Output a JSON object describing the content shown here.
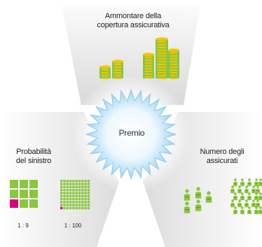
{
  "labels": {
    "top_line1": "Ammontare della",
    "top_line2": "copertura assicurativa",
    "left_line1": "Probabilità",
    "left_line2": "del sinistro",
    "right_line1": "Numero degli",
    "right_line2": "assicurati",
    "center": "Premio"
  },
  "ratios": {
    "small_grid": "1 : 9",
    "large_grid": "1 : 100"
  },
  "colors": {
    "green": "#8cc63f",
    "magenta": "#d6007a",
    "coin_gold": "#f2c500",
    "center_blue": "#b9dff5",
    "panel_grey": "#e4e4e4"
  },
  "icons": {
    "coins": "coin-stack-icon",
    "people": "person-icon",
    "burst": "starburst-icon"
  }
}
